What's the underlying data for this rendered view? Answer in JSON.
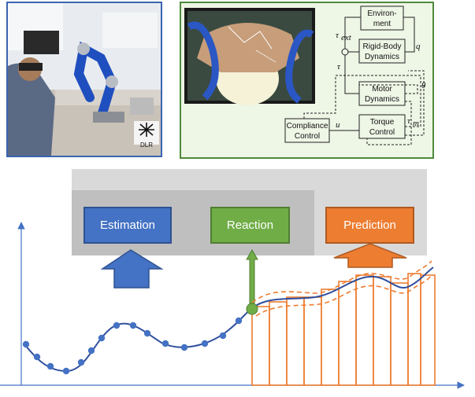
{
  "top_left_photo": {
    "logo_text": "DLR"
  },
  "control_diagram": {
    "blocks": [
      {
        "id": "environment",
        "lines": [
          "Environ-",
          "ment"
        ]
      },
      {
        "id": "rigid-body",
        "lines": [
          "Rigid-Body",
          "Dynamics"
        ]
      },
      {
        "id": "motor",
        "lines": [
          "Motor",
          "Dynamics"
        ]
      },
      {
        "id": "torque",
        "lines": [
          "Torque",
          "Control"
        ]
      },
      {
        "id": "compliance",
        "lines": [
          "Compliance",
          "Control"
        ]
      }
    ],
    "symbols": {
      "tau_ext": "τ",
      "tau_ext_sub": "ext",
      "tau": "τ",
      "q": "q",
      "theta": "θ",
      "u": "u",
      "tau_m": "τ",
      "tau_m_sub": "m"
    }
  },
  "labels": {
    "estimation": "Estimation",
    "reaction": "Reaction",
    "prediction": "Prediction"
  },
  "colors": {
    "estimation": "#4472c4",
    "reaction": "#70ad47",
    "prediction": "#ed7d31",
    "signal": "#2f4f9e"
  }
}
